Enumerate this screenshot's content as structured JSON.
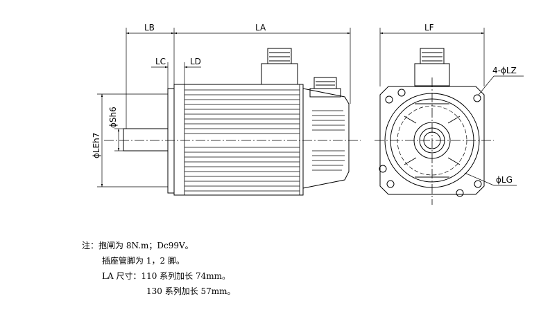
{
  "dimensions": {
    "lb": "LB",
    "la": "LA",
    "lc": "LC",
    "ld": "LD",
    "lf": "LF",
    "lz": "4-ϕLZ",
    "lg": "ϕLG",
    "sh": "ϕSh6",
    "le": "ϕLEh7"
  },
  "notes": {
    "line1": "注：抱闸为 8N.m；Dc99V。",
    "line2": "插座管脚为 1，2 脚。",
    "line3": "LA 尺寸：110 系列加长 74mm。",
    "line4": "130 系列加长 57mm。"
  }
}
